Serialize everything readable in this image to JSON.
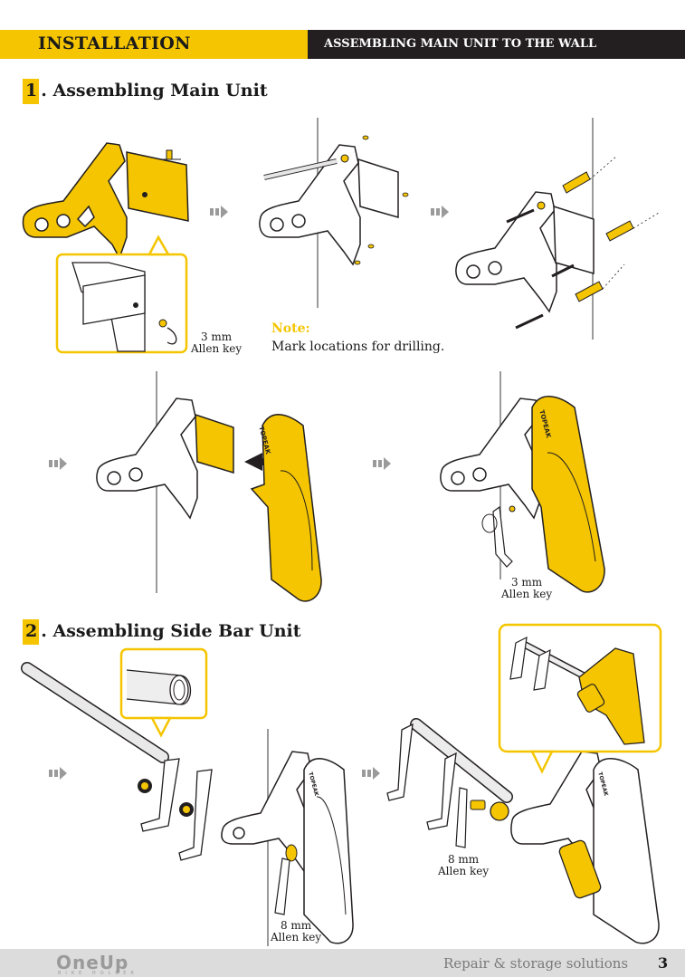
{
  "header": {
    "left_title": "INSTALLATION",
    "right_title": "ASSEMBLING MAIN UNIT TO THE WALL"
  },
  "sections": [
    {
      "number": "1",
      "title": ". Assembling Main Unit"
    },
    {
      "number": "2",
      "title": ". Assembling Side Bar Unit"
    }
  ],
  "labels": {
    "allen_3mm_a": {
      "size": "3 mm",
      "tool": "Allen key"
    },
    "allen_3mm_b": {
      "size": "3 mm",
      "tool": "Allen key"
    },
    "allen_8mm_a": {
      "size": "8 mm",
      "tool": "Allen key"
    },
    "allen_8mm_b": {
      "size": "8 mm",
      "tool": "Allen key"
    }
  },
  "note": {
    "title": "Note:",
    "text": "Mark locations for drilling."
  },
  "product_mark": "TOPEAK",
  "footer": {
    "brand": "OneUp",
    "brand_sub": "BIKE HOLDER",
    "tagline": "Repair & storage solutions",
    "page": "3"
  },
  "colors": {
    "accent": "#f4c500",
    "dark": "#231f20",
    "footer_bg": "#dcdcdc"
  }
}
